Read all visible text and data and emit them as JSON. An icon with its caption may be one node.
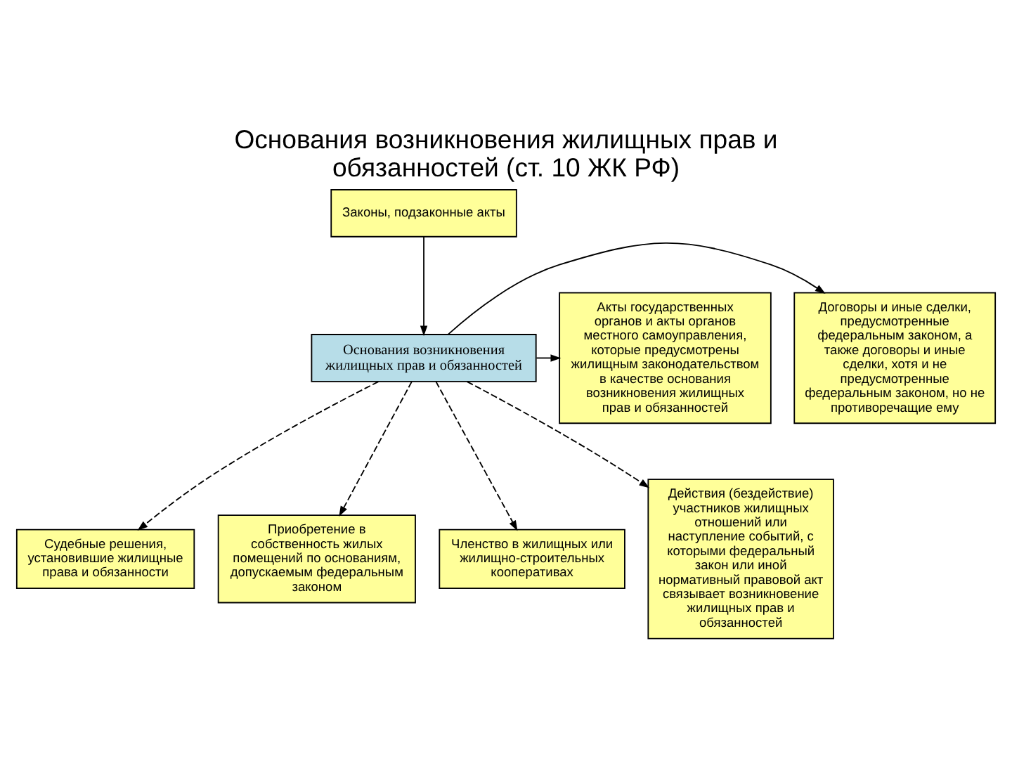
{
  "diagram": {
    "title": "Основания возникновения жилищных прав и обязанностей (ст. 10 ЖК РФ)",
    "nodes": [
      {
        "text": [
          "Законы, подзаконные акты"
        ]
      },
      {
        "text": [
          "Договоры и иные сделки, предусмотренные федеральным законом, а также договоры и иные сделки, хотя и не предусмотренные федеральным законом, но не противоречащие ему"
        ]
      },
      {
        "text": [
          "Основания возникновения жилищных прав и обязанностей"
        ]
      },
      {
        "text": [
          "Акты государственных органов и акты органов местного самоуправления, которые предусмотрены жилищным законодательством в качестве основания возникновения жилищных прав и обязанностей"
        ]
      },
      {
        "text": [
          "Судебные решения, установившие жилищные права и обязанности"
        ]
      },
      {
        "text": [
          "Приобретение в собственность жилых помещений по основаниям, допускаемым федеральным законом"
        ]
      },
      {
        "text": [
          "Членство в жилищных или жилищно-строительных кооперативах"
        ]
      },
      {
        "text": [
          "Действия (бездействие) участников жилищных отношений или наступление событий, с которыми федеральный закон или иной нормативный правовой акт связывает возникновение жилищных прав и обязанностей"
        ]
      }
    ],
    "edges": [
      {
        "from": 0,
        "to": 2,
        "arrow": "to"
      },
      {
        "from": 2,
        "to": 1,
        "arrow": "to"
      },
      {
        "from": 2,
        "to": 3,
        "arrow": "to"
      },
      {
        "from": 2,
        "to": 4,
        "arrow": "to",
        "style": "dashed"
      },
      {
        "from": 2,
        "to": 5,
        "arrow": "to",
        "style": "dashed"
      },
      {
        "from": 2,
        "to": 6,
        "arrow": "to",
        "style": "dashed"
      },
      {
        "from": 2,
        "to": 7,
        "arrow": "to",
        "style": "dashed"
      }
    ]
  }
}
